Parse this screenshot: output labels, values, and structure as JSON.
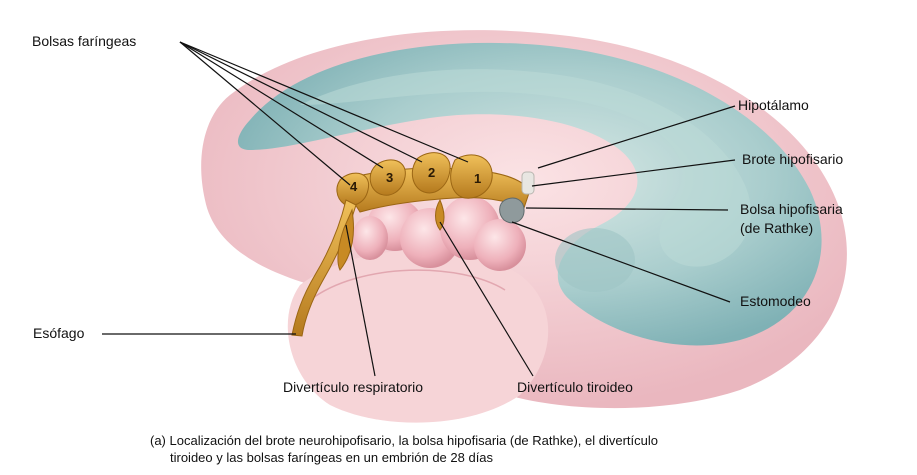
{
  "labels": {
    "bolsas_faringeas": "Bolsas faríngeas",
    "hipotalamo": "Hipotálamo",
    "brote_hipofisario": "Brote hipofisario",
    "bolsa_hipofisaria_line1": "Bolsa hipofisaria",
    "bolsa_hipofisaria_line2": "(de Rathke)",
    "estomodeo": "Estomodeo",
    "esofago": "Esófago",
    "diverticulo_respiratorio": "Divertículo respiratorio",
    "diverticulo_tiroideo": "Divertículo tiroideo"
  },
  "pouch_numbers": [
    "1",
    "2",
    "3",
    "4"
  ],
  "caption": {
    "line1": "(a) Localización del brote neurohipofisario, la bolsa hipofisaria (de Rathke), el divertículo",
    "line2": "tiroideo y las bolsas faríngeas en un embrión de 28 días"
  },
  "colors": {
    "neural_tube": "#9cc6c8",
    "neural_tube_light": "#cfe3e1",
    "tissue_pink": "#f2c8cd",
    "tissue_pink_dark": "#e6a9b3",
    "pouch_gold": "#d9a23a",
    "pouch_gold_dark": "#a8701a",
    "leader_line": "#111111"
  }
}
